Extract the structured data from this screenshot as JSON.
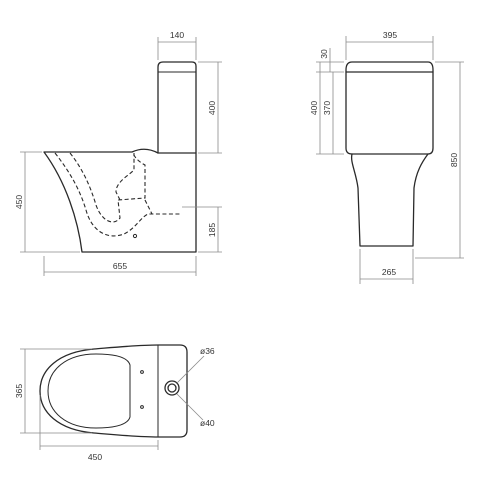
{
  "dimensions": {
    "side_tank_depth": "140",
    "side_tank_height": "400",
    "side_seat_height": "450",
    "side_outlet_height": "185",
    "side_length": "655",
    "front_width": "395",
    "front_lid_thickness": "30",
    "front_tank_height_outer": "400",
    "front_tank_height_inner": "370",
    "front_total_height": "850",
    "front_base_width": "265",
    "plan_width": "365",
    "plan_length": "450",
    "plan_inlet_dia": "ø36",
    "plan_outlet_dia": "ø40"
  },
  "colors": {
    "line": "#2a2a2a",
    "dimension_line": "#8a8a8a",
    "text": "#333333"
  }
}
